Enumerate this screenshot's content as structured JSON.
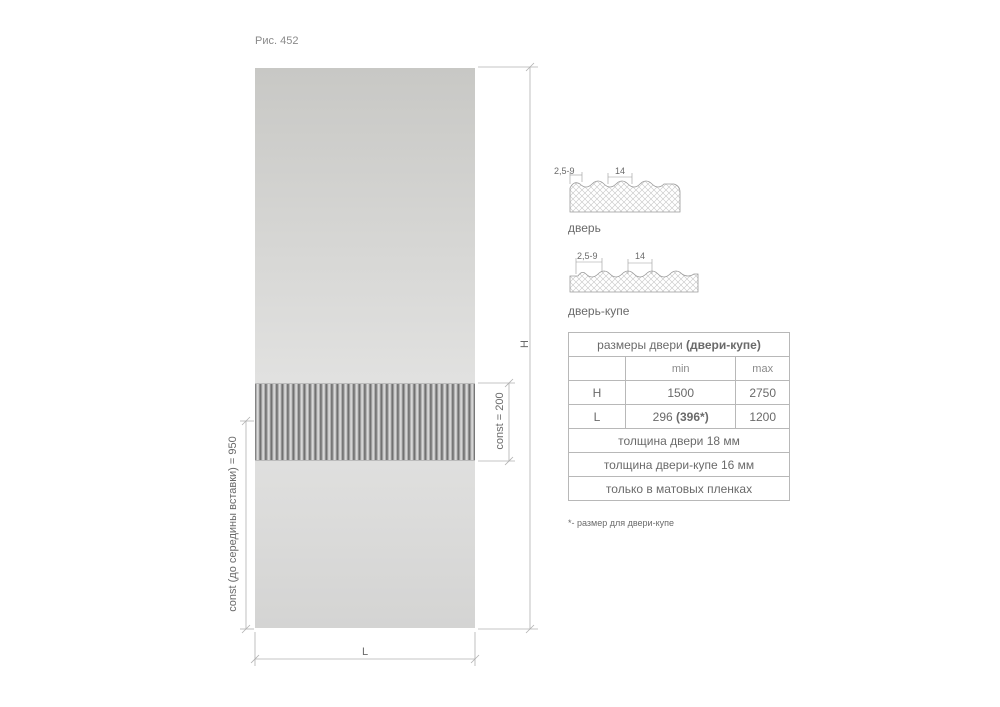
{
  "figure_label": "Рис. 452",
  "dimensions": {
    "height_label": "H",
    "width_label": "L",
    "insert_height_label": "const = 200",
    "insert_center_label": "const (до середины вставки) = 950"
  },
  "profiles": [
    {
      "caption": "дверь",
      "step_label": "2,5-9",
      "pitch_label": "14"
    },
    {
      "caption": "дверь-купе",
      "step_label": "2,5-9",
      "pitch_label": "14"
    }
  ],
  "table": {
    "title_prefix": "размеры двери ",
    "title_bold": "(двери-купе)",
    "headers": [
      "",
      "min",
      "max"
    ],
    "rows": [
      {
        "param": "H",
        "min": "1500",
        "max": "2750"
      },
      {
        "param": "L",
        "min_prefix": "296 ",
        "min_bold": "(396*)",
        "max": "1200"
      }
    ],
    "notes": [
      "толщина двери 18 мм",
      "толщина двери-купе 16 мм",
      "только в матовых пленках"
    ]
  },
  "footnote": "*- размер для двери-купе",
  "colors": {
    "line": "#b0b0b0",
    "text": "#6a6a6a",
    "door": "#d6d6d4"
  }
}
